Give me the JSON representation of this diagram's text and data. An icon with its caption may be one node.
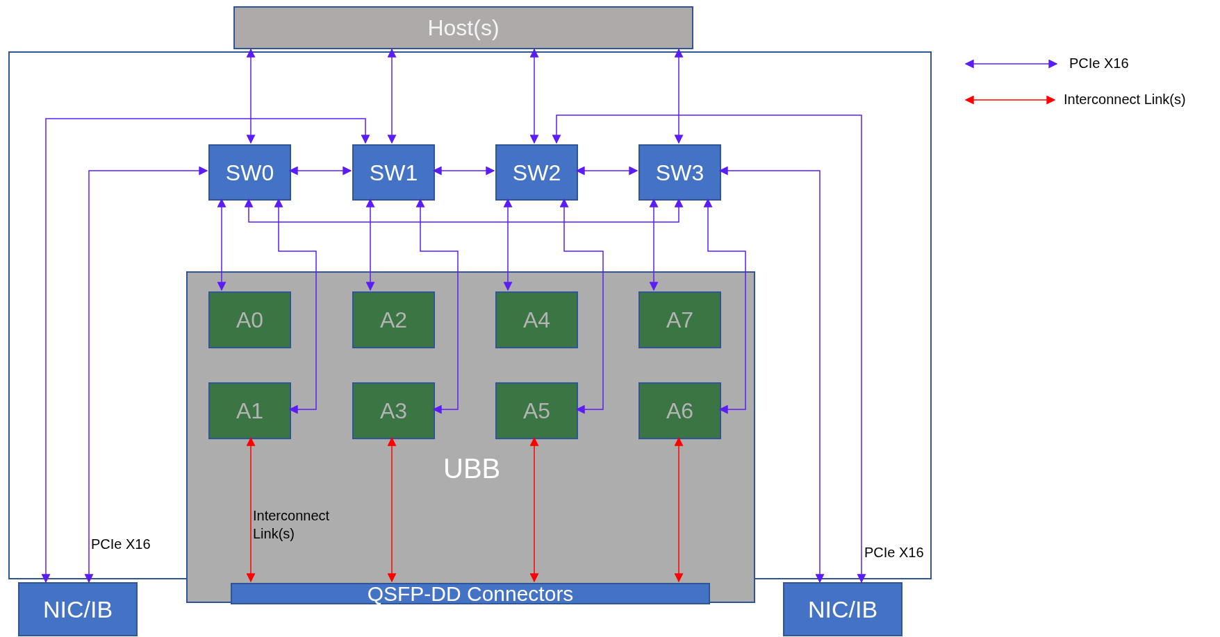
{
  "diagram": {
    "nodes": [
      {
        "text": [
          "Host(s)"
        ]
      },
      {
        "text": [],
        "shape": "box"
      },
      {
        "text": [
          "SW0"
        ],
        "in": 1
      },
      {
        "text": [
          "SW1"
        ],
        "in": 1
      },
      {
        "text": [
          "SW2"
        ],
        "in": 1
      },
      {
        "text": [
          "SW3"
        ],
        "in": 1
      },
      {
        "text": [
          "UBB"
        ]
      },
      {
        "text": [
          "A0"
        ],
        "in": 6
      },
      {
        "text": [
          "A2"
        ],
        "in": 6
      },
      {
        "text": [
          "A4"
        ],
        "in": 6
      },
      {
        "text": [
          "A7"
        ],
        "in": 6
      },
      {
        "text": [
          "A1"
        ],
        "in": 6
      },
      {
        "text": [
          "A3"
        ],
        "in": 6
      },
      {
        "text": [
          "A5"
        ],
        "in": 6
      },
      {
        "text": [
          "A6"
        ],
        "in": 6
      },
      {
        "text": [
          "QSFP-DD Connectors"
        ],
        "in": 6
      },
      {
        "text": [
          "NIC/IB"
        ]
      },
      {
        "text": [
          "NIC/IB"
        ]
      }
    ],
    "edges": [
      {
        "from": 0,
        "to": 2,
        "arrow": "both"
      },
      {
        "from": 0,
        "to": 3,
        "arrow": "both"
      },
      {
        "from": 0,
        "to": 4,
        "arrow": "both"
      },
      {
        "from": 0,
        "to": 5,
        "arrow": "both"
      },
      {
        "from": 2,
        "to": 3,
        "arrow": "both"
      },
      {
        "from": 3,
        "to": 4,
        "arrow": "both"
      },
      {
        "from": 4,
        "to": 5,
        "arrow": "both"
      },
      {
        "from": 2,
        "to": 5,
        "arrow": "both"
      },
      {
        "from": 2,
        "to": 7,
        "arrow": "both"
      },
      {
        "from": 3,
        "to": 8,
        "arrow": "both"
      },
      {
        "from": 4,
        "to": 9,
        "arrow": "both"
      },
      {
        "from": 5,
        "to": 10,
        "arrow": "both"
      },
      {
        "from": 2,
        "to": 11,
        "arrow": "both"
      },
      {
        "from": 3,
        "to": 12,
        "arrow": "both"
      },
      {
        "from": 4,
        "to": 13,
        "arrow": "both"
      },
      {
        "from": 5,
        "to": 14,
        "arrow": "both"
      },
      {
        "from": 2,
        "to": 16,
        "arrow": "both",
        "label": "PCIe X16"
      },
      {
        "from": 3,
        "to": 16,
        "arrow": "both"
      },
      {
        "from": 5,
        "to": 17,
        "arrow": "both"
      },
      {
        "from": 4,
        "to": 17,
        "arrow": "both",
        "label": "PCIe X16"
      },
      {
        "from": 11,
        "to": 15,
        "arrow": "both",
        "color": "#ff0000",
        "label": "Interconnect Link(s)"
      },
      {
        "from": 12,
        "to": 15,
        "arrow": "both",
        "color": "#ff0000"
      },
      {
        "from": 13,
        "to": 15,
        "arrow": "both",
        "color": "#ff0000"
      },
      {
        "from": 14,
        "to": 15,
        "arrow": "both",
        "color": "#ff0000"
      }
    ],
    "legend": [
      {
        "text": "PCIe X16"
      },
      {
        "text": "Interconnect Link(s)"
      }
    ]
  }
}
